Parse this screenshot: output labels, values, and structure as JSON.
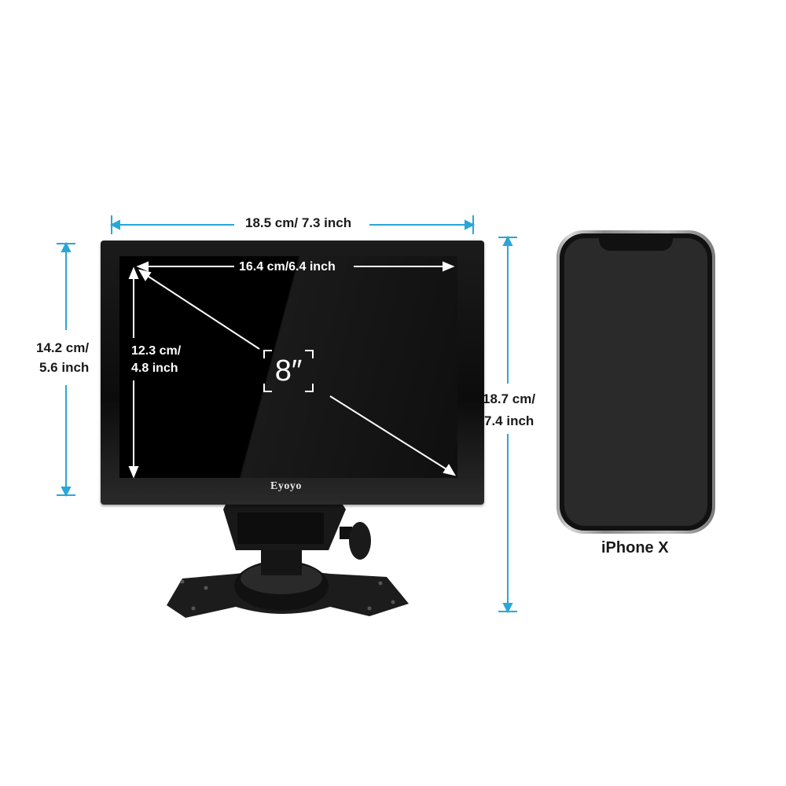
{
  "dimensions": {
    "monitor_width": "18.5 cm/ 7.3 inch",
    "screen_width": "16.4 cm/6.4 inch",
    "monitor_height_cm": "14.2 cm/",
    "monitor_height_inch": "5.6 inch",
    "screen_height_cm": "12.3 cm/",
    "screen_height_inch": "4.8 inch",
    "stand_height_cm": "18.7 cm/",
    "stand_height_inch": "7.4 inch"
  },
  "monitor": {
    "brand": "Eyoyo",
    "screen_size": "8″"
  },
  "phone": {
    "label": "iPhone X"
  },
  "colors": {
    "dimension_line": "#2aa6d8",
    "arrow_white": "#ffffff",
    "monitor_body": "#111111"
  }
}
